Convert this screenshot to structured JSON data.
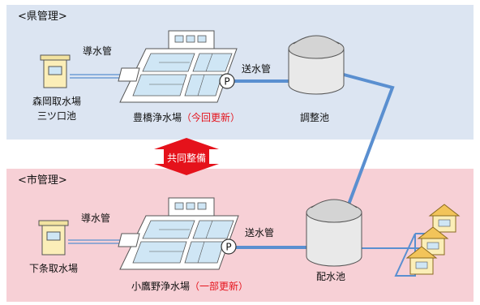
{
  "prefecture_section": {
    "title": "<県管理>",
    "intake_pipe_label": "導水管",
    "source_label_line1": "森岡取水場",
    "source_label_line2": "三ツ口池",
    "plant_name": "豊橋浄水場",
    "plant_note": "（今回更新）",
    "transmission_pipe_label": "送水管",
    "adjustment_tank_label": "調整池"
  },
  "joint_label": "共同整備",
  "city_section": {
    "title": "<市管理>",
    "intake_pipe_label": "導水管",
    "source_label": "下条取水場",
    "plant_name": "小鷹野浄水場",
    "plant_note": "（一部更新）",
    "transmission_pipe_label": "送水管",
    "distribution_tank_label": "配水池"
  },
  "pump_symbol": "P",
  "colors": {
    "top_band": "#dce5f2",
    "bottom_band": "#f7d0d6",
    "pipe": "#5a8fd0",
    "arrow": "#e5121b",
    "note_text": "#e5121b"
  }
}
